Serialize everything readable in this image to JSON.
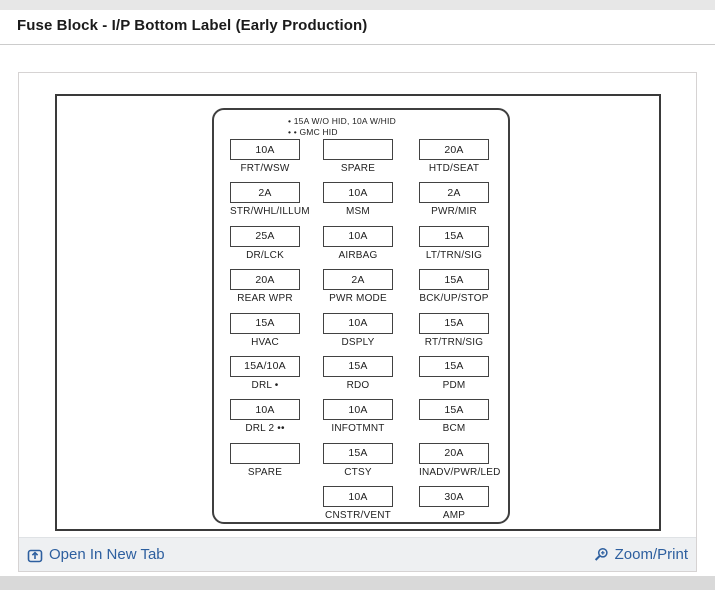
{
  "page": {
    "title": "Fuse Block - I/P Bottom Label (Early Production)"
  },
  "diagram": {
    "notes": [
      "• 15A W/O HID, 10A W/HID",
      "• • GMC HID"
    ],
    "rows": [
      {
        "cells": [
          {
            "amp": "10A",
            "label": "FRT/WSW"
          },
          {
            "amp": "",
            "label": "SPARE"
          },
          {
            "amp": "20A",
            "label": "HTD/SEAT"
          }
        ]
      },
      {
        "cells": [
          {
            "amp": "2A",
            "label": "STR/WHL/ILLUM"
          },
          {
            "amp": "10A",
            "label": "MSM"
          },
          {
            "amp": "2A",
            "label": "PWR/MIR"
          }
        ]
      },
      {
        "cells": [
          {
            "amp": "25A",
            "label": "DR/LCK"
          },
          {
            "amp": "10A",
            "label": "AIRBAG"
          },
          {
            "amp": "15A",
            "label": "LT/TRN/SIG"
          }
        ]
      },
      {
        "cells": [
          {
            "amp": "20A",
            "label": "REAR WPR"
          },
          {
            "amp": "2A",
            "label": "PWR MODE"
          },
          {
            "amp": "15A",
            "label": "BCK/UP/STOP"
          }
        ]
      },
      {
        "cells": [
          {
            "amp": "15A",
            "label": "HVAC"
          },
          {
            "amp": "10A",
            "label": "DSPLY"
          },
          {
            "amp": "15A",
            "label": "RT/TRN/SIG"
          }
        ]
      },
      {
        "cells": [
          {
            "amp": "15A/10A",
            "label": "DRL •"
          },
          {
            "amp": "15A",
            "label": "RDO"
          },
          {
            "amp": "15A",
            "label": "PDM"
          }
        ]
      },
      {
        "cells": [
          {
            "amp": "10A",
            "label": "DRL 2 ••"
          },
          {
            "amp": "10A",
            "label": "INFOTMNT"
          },
          {
            "amp": "15A",
            "label": "BCM"
          }
        ]
      },
      {
        "cells": [
          {
            "amp": "",
            "label": "SPARE"
          },
          {
            "amp": "15A",
            "label": "CTSY"
          },
          {
            "amp": "20A",
            "label": "INADV/PWR/LED"
          }
        ]
      },
      {
        "cells": [
          null,
          {
            "amp": "10A",
            "label": "CNSTR/VENT"
          },
          {
            "amp": "30A",
            "label": "AMP"
          }
        ]
      }
    ]
  },
  "footer": {
    "open_in_new_tab_label": "Open In New Tab",
    "zoom_print_label": "Zoom/Print"
  },
  "colors": {
    "link": "#2d5f9f",
    "footer_background": "#eef0f2",
    "diagram_line": "#3f3f3f"
  },
  "icons": {
    "open_in_new_tab": "open-in-new-tab-icon",
    "zoom_print": "magnifier-plus-icon"
  }
}
